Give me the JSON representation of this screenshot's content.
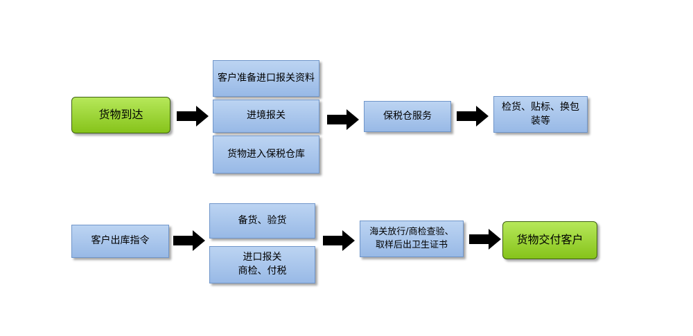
{
  "row1": {
    "start": "货物到达",
    "stack": [
      "客户准备进口报关资料",
      "进境报关",
      "货物进入保税仓库"
    ],
    "service": "保税仓服务",
    "finish": [
      "检货、贴标、换包",
      "装等"
    ]
  },
  "row2": {
    "start": "客户出库指令",
    "stack_top": "备货、验货",
    "stack_bottom": [
      "进口报关",
      "商检、付税"
    ],
    "release": [
      "海关放行/商检查验、",
      "取样后出卫生证书"
    ],
    "finish": "货物交付客户"
  },
  "colors": {
    "box_blue": "#a9c6ee",
    "box_green": "#9fd43a",
    "arrow": "#000000"
  }
}
